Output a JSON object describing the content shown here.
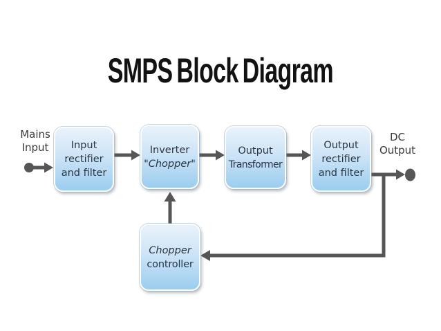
{
  "title": "SMPS Block Diagram",
  "diagram": {
    "labels": {
      "mains_input": {
        "line1": "Mains",
        "line2": "Input"
      },
      "dc_output": {
        "line1": "DC",
        "line2": "Output"
      }
    },
    "blocks": {
      "input_rectifier": {
        "line1": "Input",
        "line2": "rectifier",
        "line3": "and filter"
      },
      "inverter": {
        "line1": "Inverter",
        "line2": "\"Chopper\""
      },
      "output_transformer": {
        "line1": "Output",
        "line2": "Transformer"
      },
      "output_rectifier": {
        "line1": "Output",
        "line2": "rectifier",
        "line3": "and filter"
      },
      "chopper_controller": {
        "line1": "Chopper",
        "line2": "controller"
      }
    },
    "colors": {
      "block_gradient_top": "#e9f2fb",
      "block_gradient_mid": "#cde4f7",
      "block_gradient_bottom": "#9bcdef",
      "block_border": "#fbfdff",
      "block_text": "#2b3540",
      "connector": "#565656",
      "label_text": "#3a3a3a",
      "title_text": "#121212"
    }
  }
}
